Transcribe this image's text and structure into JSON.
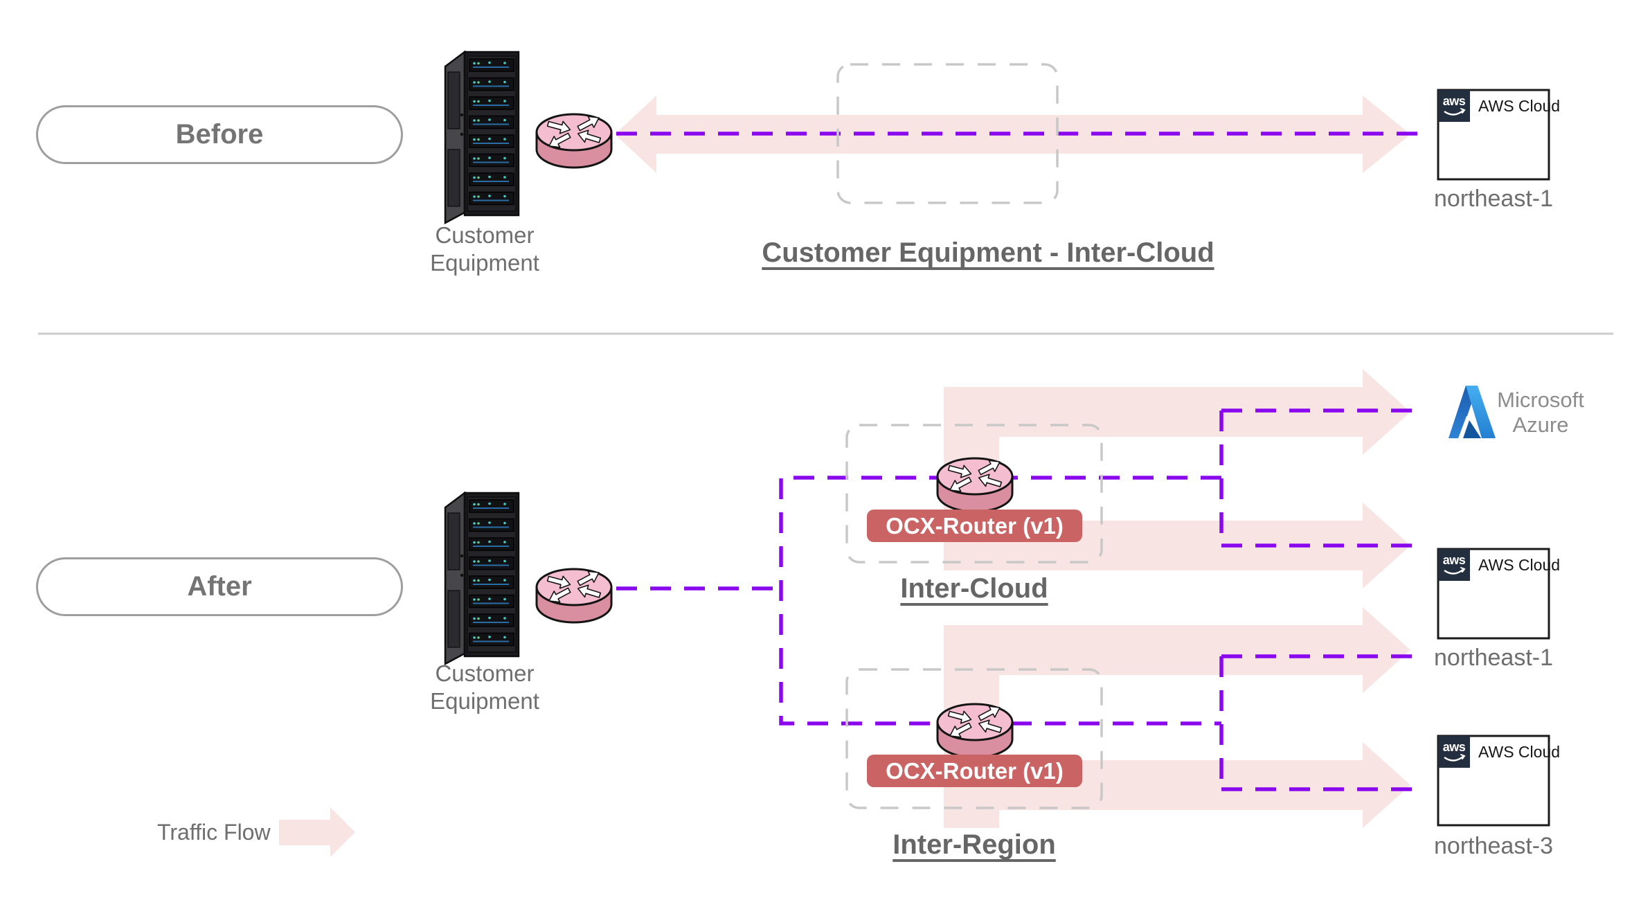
{
  "colors": {
    "traffic_flow_pink": "#f8e4e3",
    "connection_purple": "#8a08ee",
    "ocx_router_red": "#c96364",
    "router_top_pink": "#f5bdd0",
    "router_body_pink": "#d98fa0",
    "aws_navy": "#232f3e",
    "azure_blue_dark": "#1b5cb0",
    "azure_blue_light": "#45aef0",
    "label_gray": "#6e6e6e",
    "dashed_box_gray": "#c8c8c8"
  },
  "before": {
    "pill_label": "Before",
    "title": "Customer Equipment - Inter-Cloud",
    "equipment": {
      "line1": "Customer",
      "line2": "Equipment"
    },
    "aws": {
      "logo_text": "aws",
      "label": "AWS Cloud",
      "region": "northeast-1"
    }
  },
  "after": {
    "pill_label": "After",
    "equipment": {
      "line1": "Customer",
      "line2": "Equipment"
    },
    "inter_cloud": {
      "router_label": "OCX-Router (v1)",
      "label": "Inter-Cloud"
    },
    "inter_region": {
      "router_label": "OCX-Router (v1)",
      "label": "Inter-Region"
    },
    "azure": {
      "line1": "Microsoft",
      "line2": "Azure"
    },
    "aws_ne1": {
      "logo_text": "aws",
      "label": "AWS Cloud",
      "region": "northeast-1"
    },
    "aws_ne3": {
      "logo_text": "aws",
      "label": "AWS Cloud",
      "region": "northeast-3"
    }
  },
  "legend": {
    "label": "Traffic Flow"
  }
}
